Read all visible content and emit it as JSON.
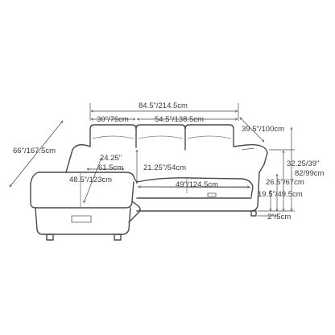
{
  "dimensions": {
    "total_width": "84.5\"/214.5cm",
    "chaise_backrest_width": "30\"/76cm",
    "main_back_width": "54.5\"/138.5cm",
    "sofa_depth": "39.5\"/100cm",
    "overall_length": "66\"/167.5cm",
    "chaise_seat_width": "24.25\"",
    "chaise_seat_width_cm": "61.5cm",
    "chaise_length": "48.5\"/123cm",
    "seat_depth": "21.25\"/54cm",
    "seat_length": "49\"/124.5cm",
    "back_height": "32.25/39\"",
    "back_height_cm": "82/99cm",
    "arm_height": "26.5\"/67cm",
    "seat_height": "19.5\"/49.5cm",
    "leg_height": "2\"/5cm"
  },
  "colors": {
    "line": "#4a4a4a",
    "text": "#3a3a3a",
    "background": "#ffffff"
  }
}
